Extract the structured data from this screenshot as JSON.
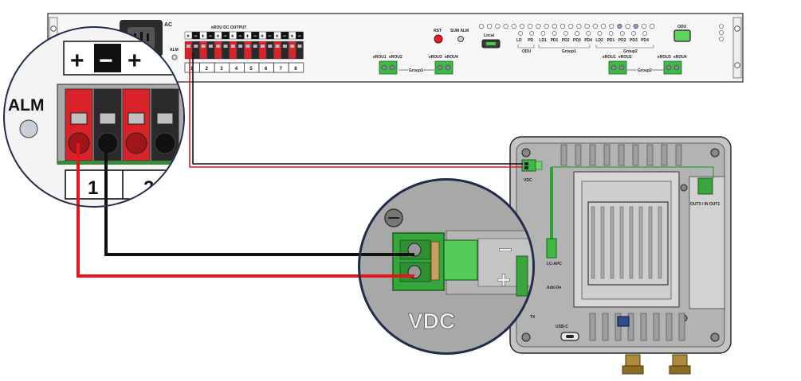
{
  "rack": {
    "ac_label": "AC",
    "alm_label": "ALM",
    "dc_output_title": "eROU DC OUTPUT",
    "port_numbers": [
      "1",
      "2",
      "3",
      "4",
      "5",
      "6",
      "7",
      "8"
    ],
    "rst_label": "RST",
    "sum_alm_label": "SUM ALM",
    "local_label": "Local",
    "odu_button_label": "ODU",
    "odu_led_label": "ODU",
    "group1_led_label": "Group1",
    "group2_led_label": "Group2",
    "led_labels": [
      "LD",
      "PD",
      "LD1",
      "PD1",
      "PD2",
      "PD3",
      "PD4",
      "LD2",
      "PD1",
      "PD2",
      "PD3",
      "PD4"
    ],
    "erou_labels": [
      "eROU1",
      "eROU2",
      "eROU3",
      "eROU4",
      "eROU1",
      "eROU2",
      "eROU3",
      "eROU4"
    ],
    "group1_connector_label": "Group1",
    "group2_connector_label": "Group2"
  },
  "zoom_left": {
    "alm_label": "ALM",
    "polarity_symbols": [
      "+",
      "−",
      "+"
    ],
    "port_numbers": [
      "1",
      "2"
    ]
  },
  "zoom_right": {
    "vdc_label": "VDC",
    "minus_symbol": "−",
    "plus_symbol": "+"
  },
  "unit": {
    "vdc_label": "VDC",
    "out_label": "OUT3 / IN OUT1",
    "lc_apc_label": "LC-APC",
    "addon_label": "Add-On",
    "usbc_label": "USB-C",
    "tx_label": "TX"
  },
  "colors": {
    "wire_red": "#e8141c",
    "wire_black": "#111111",
    "terminal_red": "#d9222a",
    "terminal_black": "#2a2a2a",
    "connector_green": "#3dbb4a",
    "panel_gray": "#b9b9b9"
  }
}
